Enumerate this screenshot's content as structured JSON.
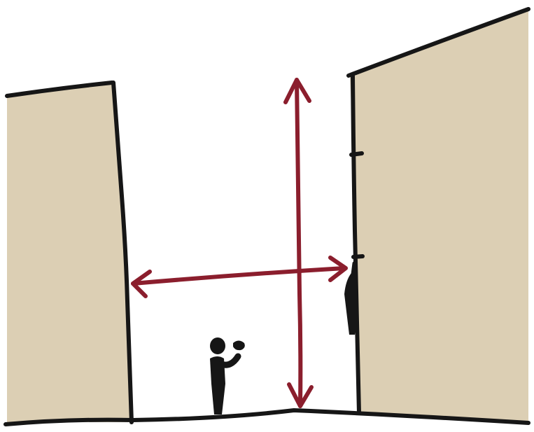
{
  "colors": {
    "background": "#ffffff",
    "building_fill": "#dccfb4",
    "outline": "#161616",
    "arrow": "#8b1e2d"
  },
  "elements": {
    "left_building": "building",
    "right_building": "building",
    "ground": "ground-line",
    "vertical_arrow": "double-headed-arrow",
    "horizontal_arrow": "double-headed-arrow",
    "person": "person-figure",
    "wall_figure": "person-figure"
  }
}
